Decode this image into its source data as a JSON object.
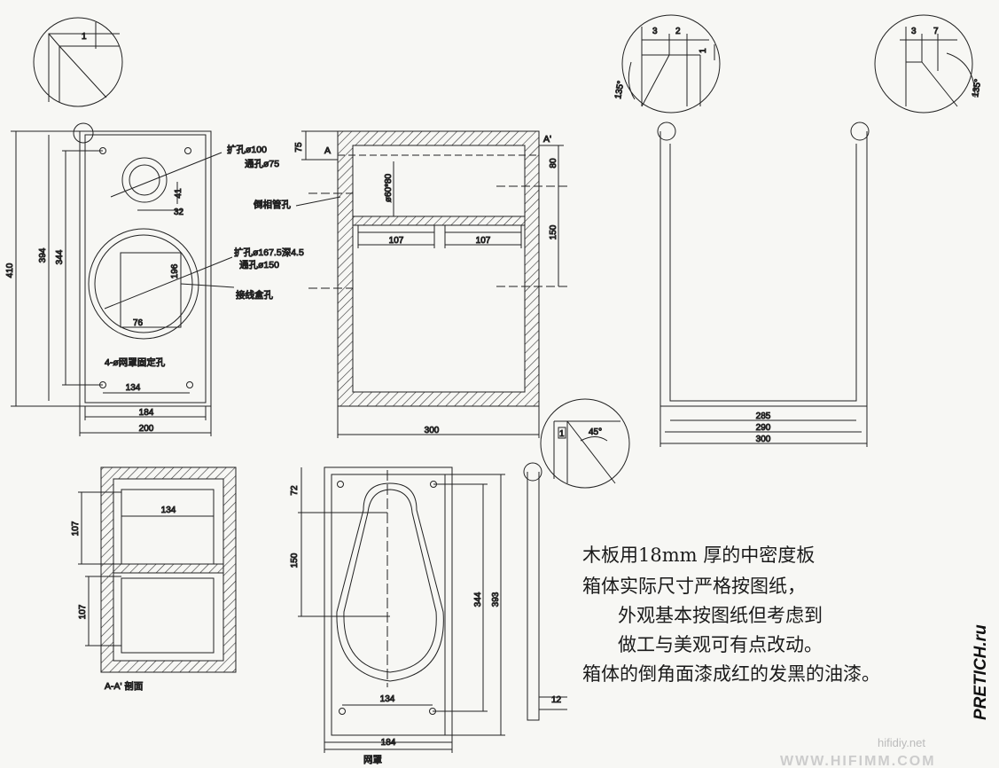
{
  "labels": {
    "front_hole_top_1": "扩孔ø100",
    "front_hole_top_2": "通孔ø75",
    "front_hole_big_1": "扩孔ø167.5深4.5",
    "front_hole_big_2": "通孔ø150",
    "terminal_box": "接线盒孔",
    "grille_holes": "4-ø网罩固定孔",
    "port_tube": "倒相管孔",
    "section": "A-A' 剖面",
    "grille": "网罩",
    "marker_a": "A",
    "marker_a_prime": "A'"
  },
  "dims": {
    "d410": "410",
    "d394": "394",
    "d344": "344",
    "d184": "184",
    "d200": "200",
    "d134": "134",
    "d32": "32",
    "d41": "41",
    "d196": "196",
    "d76": "76",
    "d75": "75",
    "d80": "80",
    "d150": "150",
    "d107a": "107",
    "d107b": "107",
    "d300": "300",
    "d60": "ø60*80",
    "d285": "285",
    "d290": "290",
    "d300b": "300",
    "det_3": "3",
    "det_2": "2",
    "det_1": "1",
    "det_135a": "135°",
    "det_3b": "3",
    "det_7": "7",
    "det_135b": "135°",
    "det_tl1": "1",
    "det_45": "45°",
    "det_d1": "1",
    "sec_134": "134",
    "sec_107a": "107",
    "sec_107b": "107",
    "gr_72": "72",
    "gr_150": "150",
    "gr_344": "344",
    "gr_393": "393",
    "gr_134": "134",
    "gr_184": "184",
    "side_12": "12"
  },
  "notes": [
    "木板用18mm 厚的中密度板",
    "箱体实际尺寸严格按图纸，",
    "外观基本按图纸但考虑到",
    "做工与美观可有点改动。",
    "箱体的倒角面漆成红的发黑的油漆。"
  ],
  "watermarks": {
    "pretich": "PRETICH.ru",
    "hifidiy": "hifidiy.net",
    "hifimm": "WWW.HIFIMM.COM"
  }
}
